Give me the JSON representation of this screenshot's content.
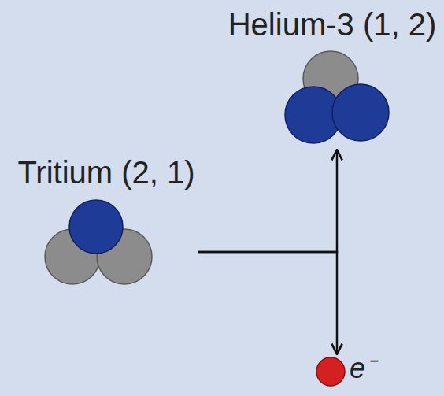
{
  "diagram": {
    "nodes": [
      {
        "text": [
          "Tritium (2, 1)"
        ]
      },
      {
        "text": [
          "Helium-3 (1, 2)"
        ]
      },
      {
        "text": [
          "e⁻"
        ]
      }
    ],
    "edges": [
      {
        "from": 0,
        "to": 1,
        "arrow": "to"
      },
      {
        "from": 0,
        "to": 2,
        "arrow": "to"
      }
    ]
  }
}
